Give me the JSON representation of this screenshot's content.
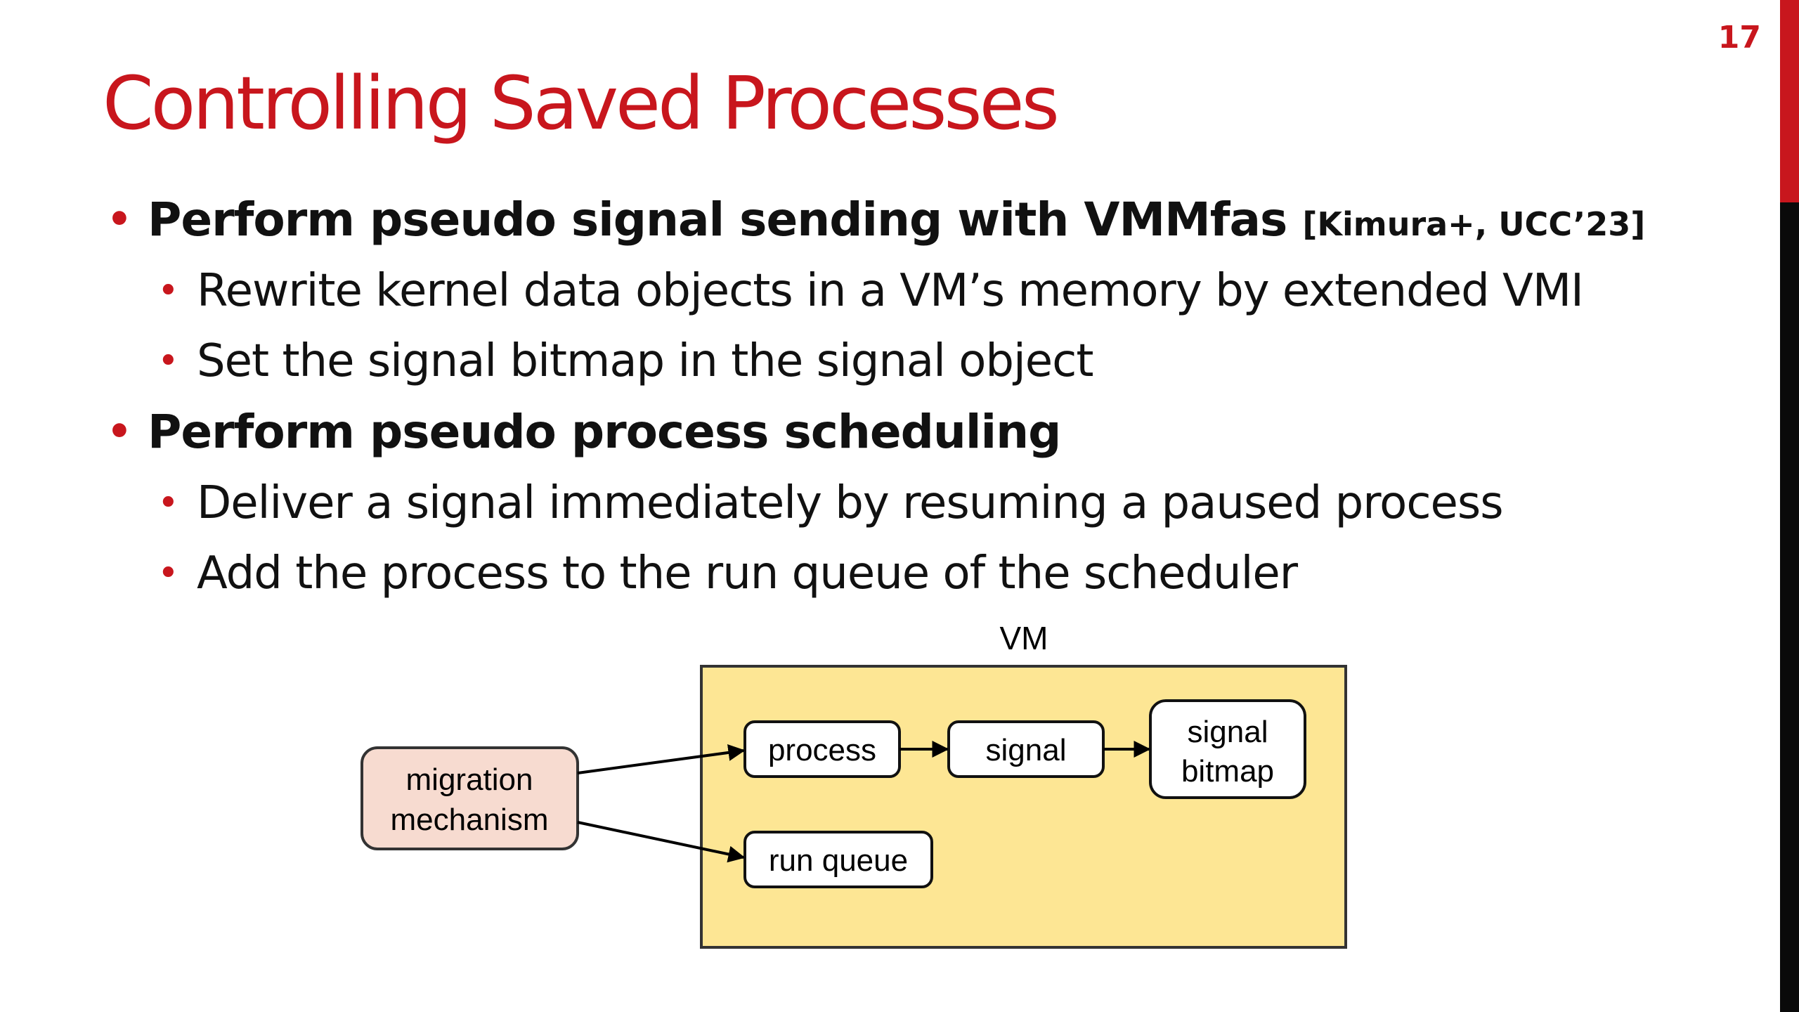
{
  "slide": {
    "page_number": "17",
    "title": "Controlling Saved Processes",
    "bullets": [
      {
        "text": "Perform pseudo signal sending with VMMfas",
        "citation": "[Kimura+, UCC’23]",
        "sub": [
          "Rewrite kernel data objects in a VM’s memory by extended VMI",
          "Set the signal bitmap in the signal object"
        ]
      },
      {
        "text": "Perform pseudo process scheduling",
        "sub": [
          "Deliver a signal immediately by resuming a paused process",
          "Add the process to the run queue of the scheduler"
        ]
      }
    ]
  },
  "diagram": {
    "vm_label": "VM",
    "migration_line1": "migration",
    "migration_line2": "mechanism",
    "process": "process",
    "signal": "signal",
    "bitmap_line1": "signal",
    "bitmap_line2": "bitmap",
    "run_queue": "run queue",
    "colors": {
      "vm_fill": "#fde694",
      "migration_fill": "#f7dbd0",
      "accent": "#c8161d"
    }
  }
}
